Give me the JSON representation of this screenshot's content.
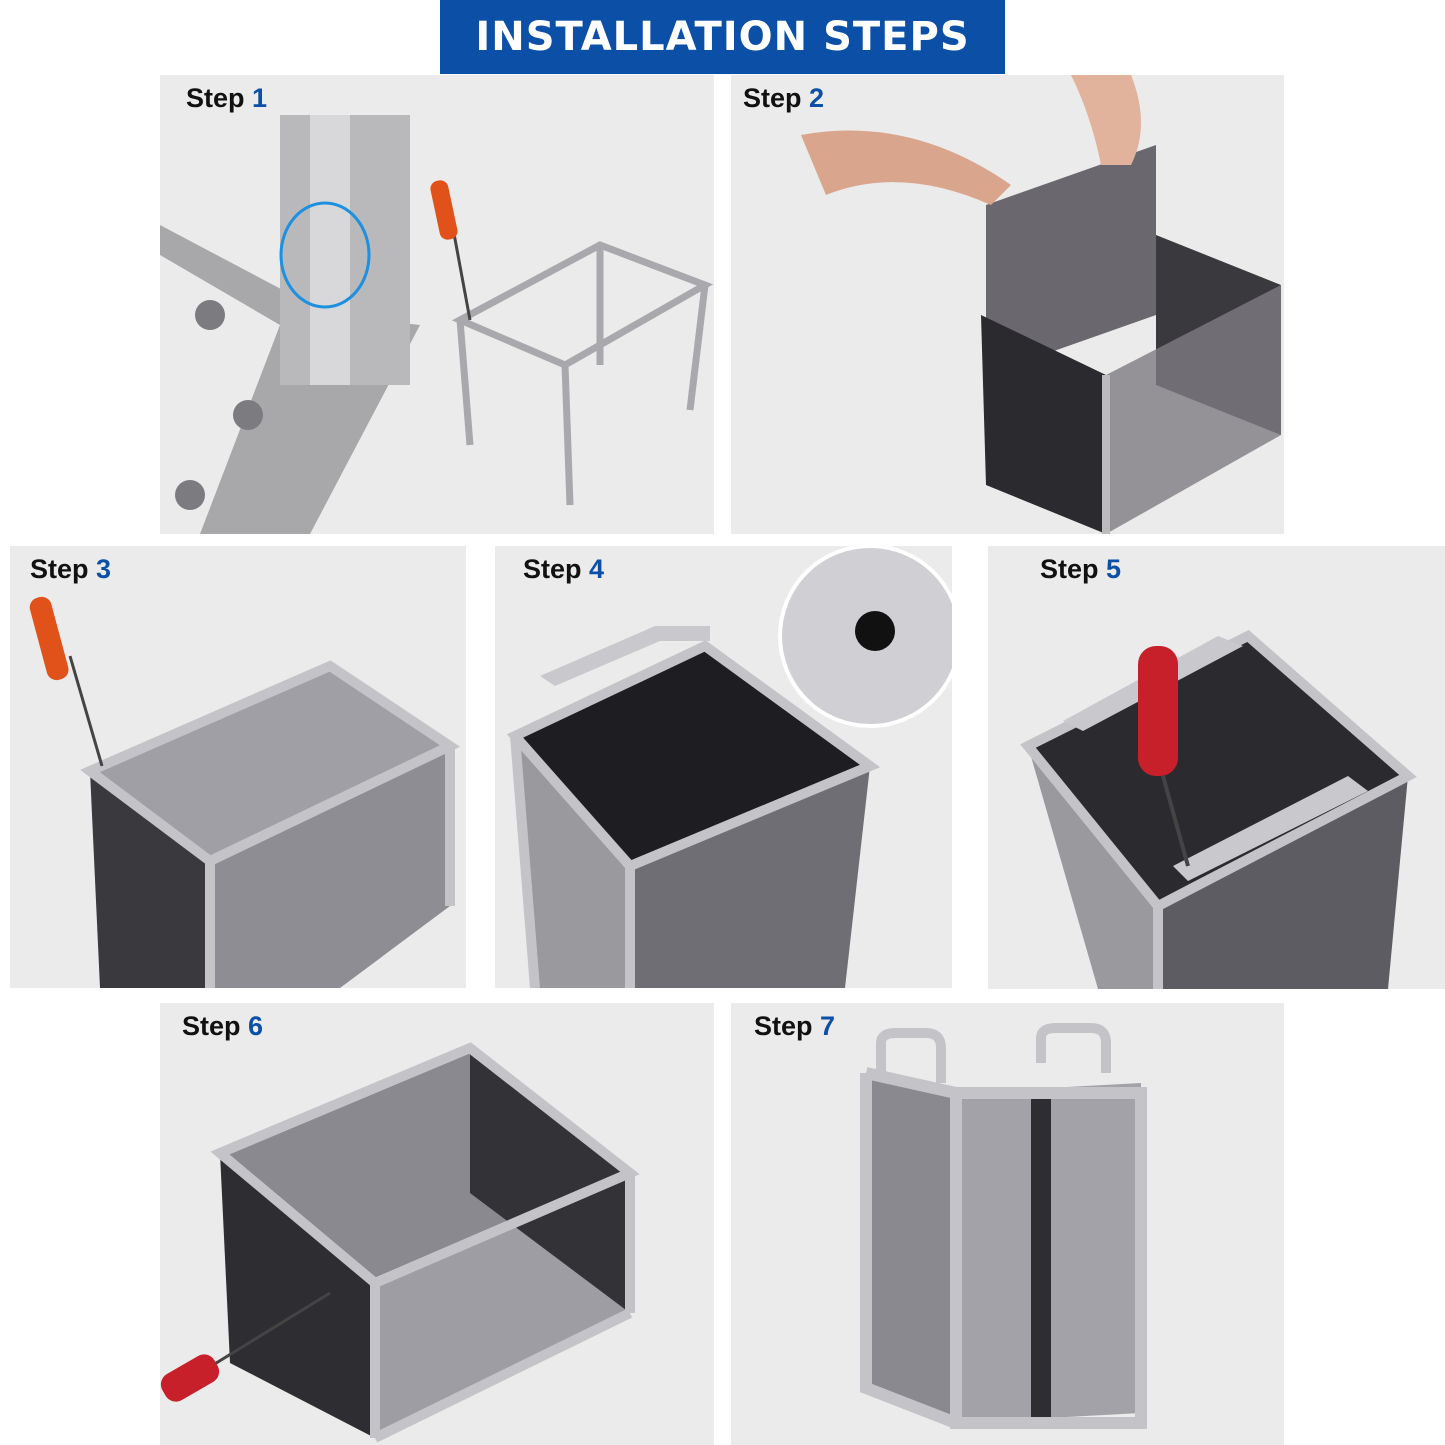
{
  "title": "INSTALLATION STEPS",
  "step_word": "Step",
  "steps": [
    {
      "number": "1"
    },
    {
      "number": "2"
    },
    {
      "number": "3"
    },
    {
      "number": "4"
    },
    {
      "number": "5"
    },
    {
      "number": "6"
    },
    {
      "number": "7"
    }
  ],
  "colors": {
    "accent": "#0b4fa6",
    "panel": "#ebebeb"
  }
}
